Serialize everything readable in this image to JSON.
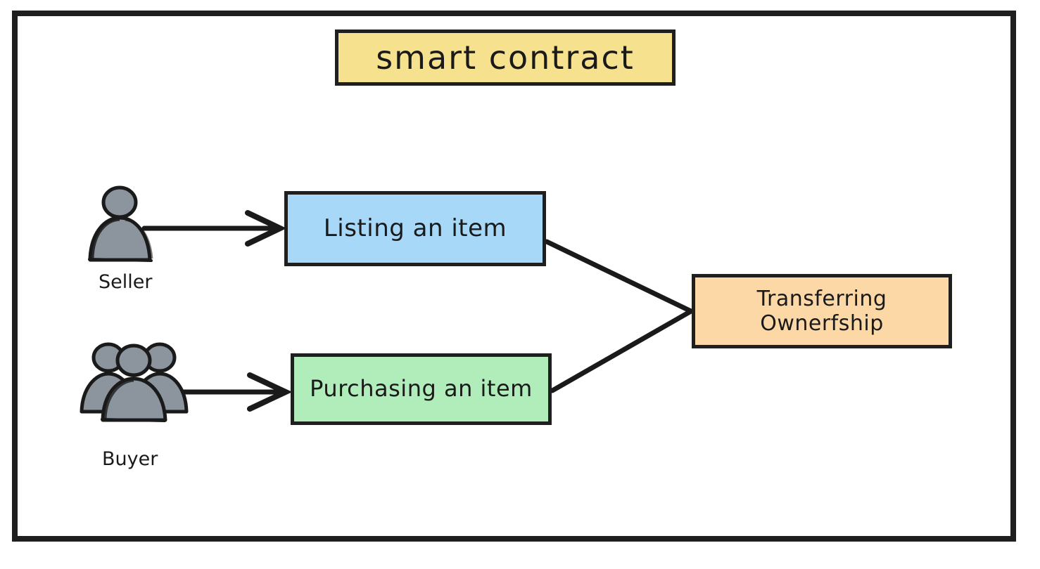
{
  "diagram": {
    "title": "smart contract",
    "frame": {
      "border_color": "#1f1f1f"
    },
    "nodes": [
      {
        "id": "title",
        "label": "smart contract",
        "fill": "#f6e18f",
        "border": "#1f1f1f"
      },
      {
        "id": "listing",
        "label": "Listing an item",
        "fill": "#a7d8f7",
        "border": "#1f1f1f"
      },
      {
        "id": "purchasing",
        "label": "Purchasing an item",
        "fill": "#b0edbb",
        "border": "#1f1f1f"
      },
      {
        "id": "transfer",
        "label": "Transferring\nOwnerfship",
        "fill": "#fbd8a6",
        "border": "#1f1f1f"
      }
    ],
    "actors": [
      {
        "id": "seller",
        "label": "Seller",
        "icon": "single-person-icon",
        "fill": "#8c949e",
        "outline": "#1a1a1a"
      },
      {
        "id": "buyer",
        "label": "Buyer",
        "icon": "group-of-people-icon",
        "fill": "#8c949e",
        "outline": "#1a1a1a"
      }
    ],
    "connectors": [
      {
        "id": "seller-to-listing",
        "from": "seller",
        "to": "listing",
        "arrowhead": "open-v",
        "color": "#1a1a1a"
      },
      {
        "id": "buyer-to-purchasing",
        "from": "buyer",
        "to": "purchasing",
        "arrowhead": "open-v",
        "color": "#1a1a1a"
      },
      {
        "id": "listing-to-transfer",
        "from": "listing",
        "to": "transfer",
        "arrowhead": "none",
        "color": "#1a1a1a"
      },
      {
        "id": "purchasing-to-transfer",
        "from": "purchasing",
        "to": "transfer",
        "arrowhead": "none",
        "color": "#1a1a1a"
      }
    ]
  }
}
